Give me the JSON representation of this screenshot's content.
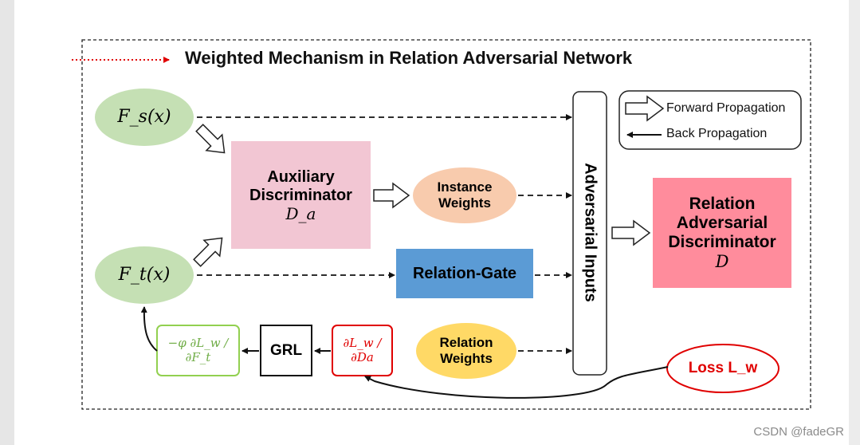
{
  "title": "Weighted Mechanism in Relation Adversarial Network",
  "nodes": {
    "fs": "F_s(x)",
    "ft": "F_t(x)",
    "aux_line1": "Auxiliary",
    "aux_line2": "Discriminator",
    "aux_symbol": "D_a",
    "instance_line1": "Instance",
    "instance_line2": "Weights",
    "relation_gate": "Relation-Gate",
    "relation_weights_line1": "Relation",
    "relation_weights_line2": "Weights",
    "adv_inputs": "Adversarial Inputs",
    "rad_line1": "Relation",
    "rad_line2": "Adversarial",
    "rad_line3": "Discriminator",
    "rad_symbol": "D",
    "grl": "GRL",
    "loss": "Loss L_w",
    "dlda": "∂L_w / ∂Da",
    "neg_grad": "−φ ∂L_w / ∂F_t"
  },
  "legend": {
    "forward": "Forward Propagation",
    "back": "Back Propagation"
  },
  "colors": {
    "green_fill": "#c5e0b4",
    "pink_fill": "#f2c6d3",
    "peach_fill": "#f8cbad",
    "blue_fill": "#5b9bd5",
    "yellow_fill": "#ffd966",
    "red_fill": "#ff8c9c",
    "loss_red": "#e00000",
    "grad_green": "#92d050"
  },
  "watermark": "CSDN @fadeGR"
}
